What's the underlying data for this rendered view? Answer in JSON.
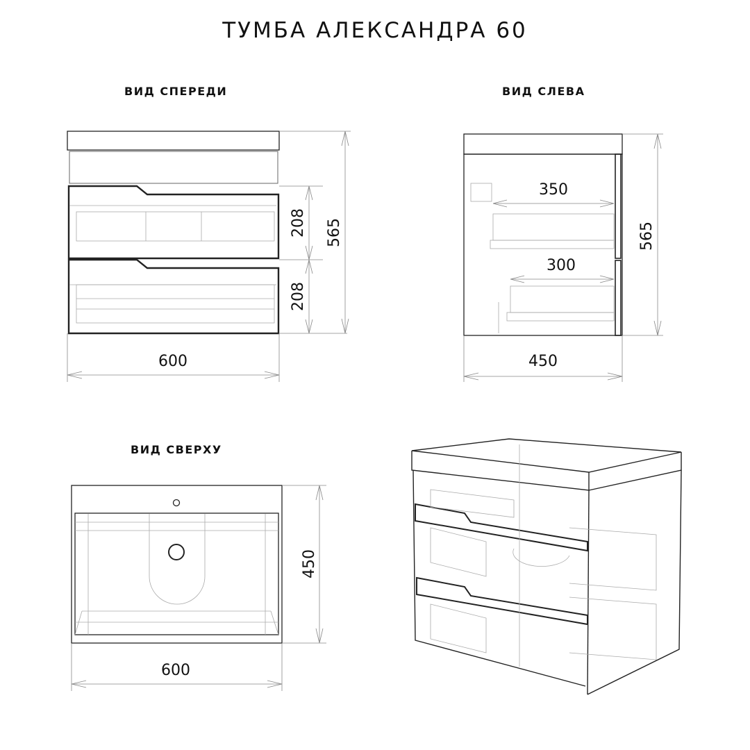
{
  "title": "ТУМБА АЛЕКСАНДРА 60",
  "views": {
    "front": {
      "label": "ВИД СПЕРЕДИ",
      "width": "600",
      "height": "565",
      "drawer_top_height": "208",
      "drawer_bottom_height": "208"
    },
    "left": {
      "label": "ВИД СЛЕВА",
      "depth": "450",
      "height": "565",
      "drawer_top_depth": "350",
      "drawer_bottom_depth": "300"
    },
    "top": {
      "label": "ВИД СВЕРХУ",
      "width": "600",
      "depth": "450"
    },
    "iso": {
      "label": ""
    }
  }
}
